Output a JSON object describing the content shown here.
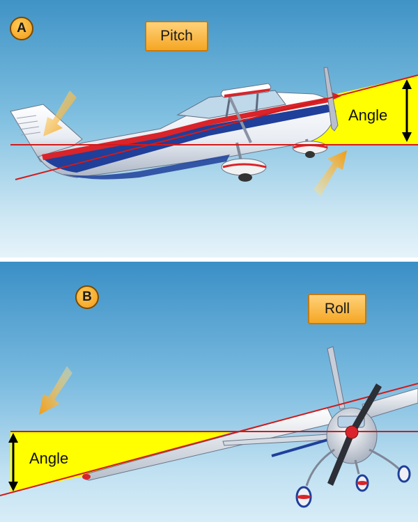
{
  "panel_a": {
    "badge": "A",
    "title": "Pitch",
    "angle_label": "Angle"
  },
  "panel_b": {
    "badge": "B",
    "title": "Roll",
    "angle_label": "Angle"
  },
  "colors": {
    "angle_fill": "#ffff00",
    "reference_line": "#d11a1a",
    "fuselage_blue": "#1f3f9a",
    "arrow_orange": "#f6a623"
  },
  "icons": [
    "pitch-airplane-side-icon",
    "roll-airplane-front-icon",
    "force-arrow-icon",
    "angle-arrow-icon"
  ]
}
